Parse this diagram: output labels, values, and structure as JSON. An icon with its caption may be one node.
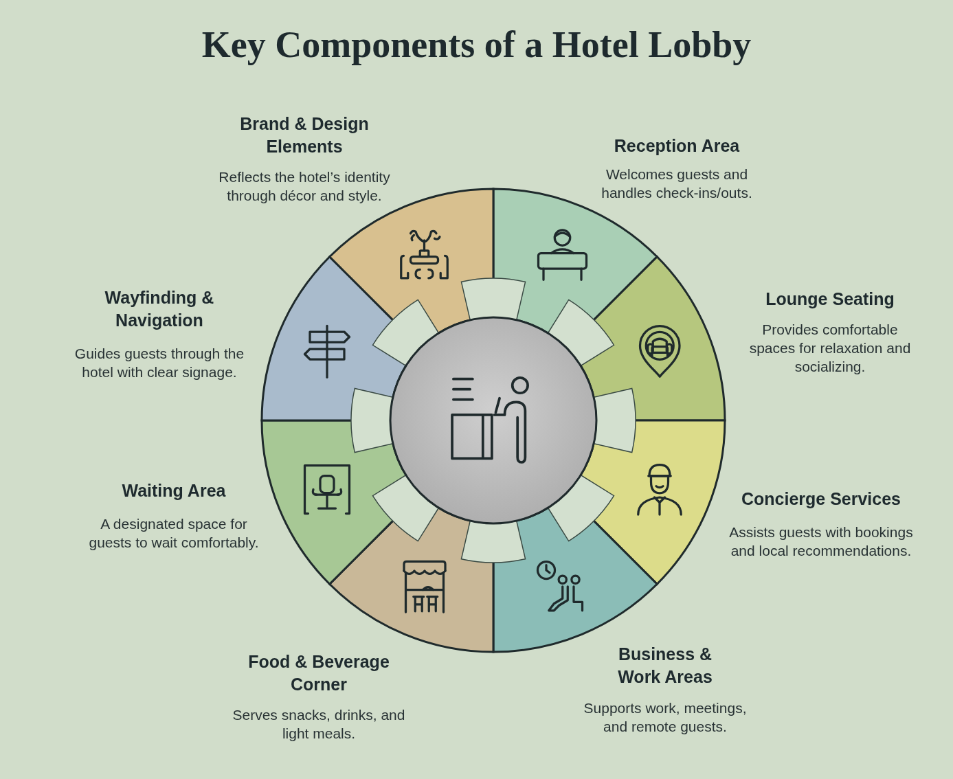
{
  "diagram": {
    "title": "Key Components of a Hotel Lobby",
    "nodes": [
      {
        "text": [
          "Reception Area",
          "Welcomes guests and handles check-ins/outs."
        ]
      },
      {
        "text": [
          "Lounge Seating",
          "Provides comfortable spaces for relaxation and socializing."
        ]
      },
      {
        "text": [
          "Concierge Services",
          "Assists guests with bookings and local recommendations."
        ]
      },
      {
        "text": [
          "Business & Work Areas",
          "Supports work, meetings, and remote guests."
        ]
      },
      {
        "text": [
          "Food & Beverage Corner",
          "Serves snacks, drinks, and light meals."
        ]
      },
      {
        "text": [
          "Waiting Area",
          "A designated space for guests to wait comfortably."
        ]
      },
      {
        "text": [
          "Wayfinding & Navigation",
          "Guides guests through the hotel with clear signage."
        ]
      },
      {
        "text": [
          "Brand & Design Elements",
          "Reflects the hotel’s identity through décor and style."
        ]
      }
    ]
  }
}
